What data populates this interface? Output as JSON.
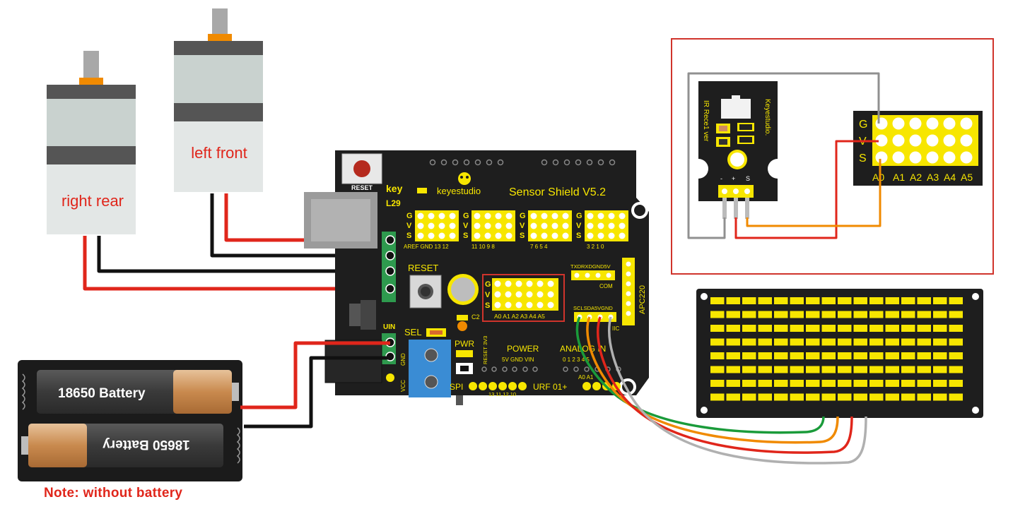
{
  "motors": {
    "right_rear": "right rear",
    "left_front": "left front"
  },
  "battery": {
    "cell_top": "18650  Battery",
    "cell_bottom": "18650  Battery",
    "note": "Note: without battery"
  },
  "shield": {
    "title": "Sensor Shield  V5.2",
    "brand": "keyestudio",
    "brand_partial": "key",
    "driver_partial": "L29",
    "reset_small": "RESET",
    "reset_big": "RESET",
    "digital_row_labels_1": "AREF GND 13 12",
    "digital_row_labels_2": "11  10  9   8",
    "digital_row_labels_3": "7   6   5   4",
    "digital_row_labels_4": "3   2   1   0",
    "gvs_g": "G",
    "gvs_v": "V",
    "gvs_s": "S",
    "com_labels": "TXDRXDGND5V",
    "com": "COM",
    "apc": "APC220",
    "analog_header_labels": "A0 A1 A2 A3 A4 A5",
    "i2c_labels": "SCLSDA5VGND",
    "iic": "IIC",
    "c2": "C2",
    "sel": "SEL",
    "pwr": "PWR",
    "uin": "UIN",
    "gnd": "GND",
    "vcc": "VCC",
    "power": "POWER",
    "power_pins": "5V  GND VIN",
    "reset_3v3": "RESET 3V3",
    "analog": "ANALOG IN",
    "analog_pins": "0   1   2   3   4   5",
    "analog_a": "A0  A1",
    "spi": "SPI",
    "spi_pins": "13  11  12  10",
    "urf": "URF  01+"
  },
  "ir_module": {
    "label": "IR Rece1 ver",
    "brand": "Keyestudio.",
    "pin_minus": "-",
    "pin_plus": "+",
    "pin_s": "S"
  },
  "header_board": {
    "g": "G",
    "v": "V",
    "s": "S",
    "pins": [
      "A0",
      "A1",
      "A2",
      "A3",
      "A4",
      "A5"
    ]
  },
  "colors": {
    "red_wire": "#e0261b",
    "black_wire": "#111111",
    "orange_wire": "#f08a00",
    "green_wire": "#1a9b3a",
    "gray_wire": "#909090",
    "board": "#1e1e1e",
    "yellow": "#f7e600",
    "frame": "#d0342c"
  }
}
